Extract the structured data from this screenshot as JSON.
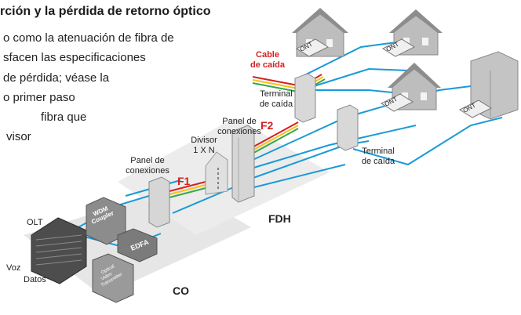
{
  "title": "rción y la pérdida de retorno óptico",
  "paragraph": [
    "o como la atenuación de fibra de",
    "sfacen las especificaciones",
    "de  pérdida;  véase  la",
    "o  primer  paso",
    "fibra  que",
    "visor"
  ],
  "labels": {
    "ont": "ONT",
    "cable_de_caida": [
      "Cable",
      "de caída"
    ],
    "terminal_de_caida": [
      "Terminal",
      "de caída"
    ],
    "panel_de_conexiones": [
      "Panel de",
      "conexiones"
    ],
    "divisor": [
      "Divisor",
      "1 X N"
    ],
    "f1": "F1",
    "f2": "F2",
    "fdh": "FDH",
    "co": "CO",
    "olt": "OLT",
    "voz": "Voz",
    "datos": "Datos",
    "wdm_coupler": [
      "WDM",
      "Coupler"
    ],
    "edfa": "EDFA",
    "optical_video_transmitter": [
      "Optical",
      "Video",
      "Transmitter"
    ]
  },
  "colors": {
    "fiber": "#1a9ad6",
    "drop_red": "#d62020",
    "drop_yellow": "#f2c21b",
    "drop_green": "#3aa64a",
    "floor": "#e6e6e6"
  }
}
